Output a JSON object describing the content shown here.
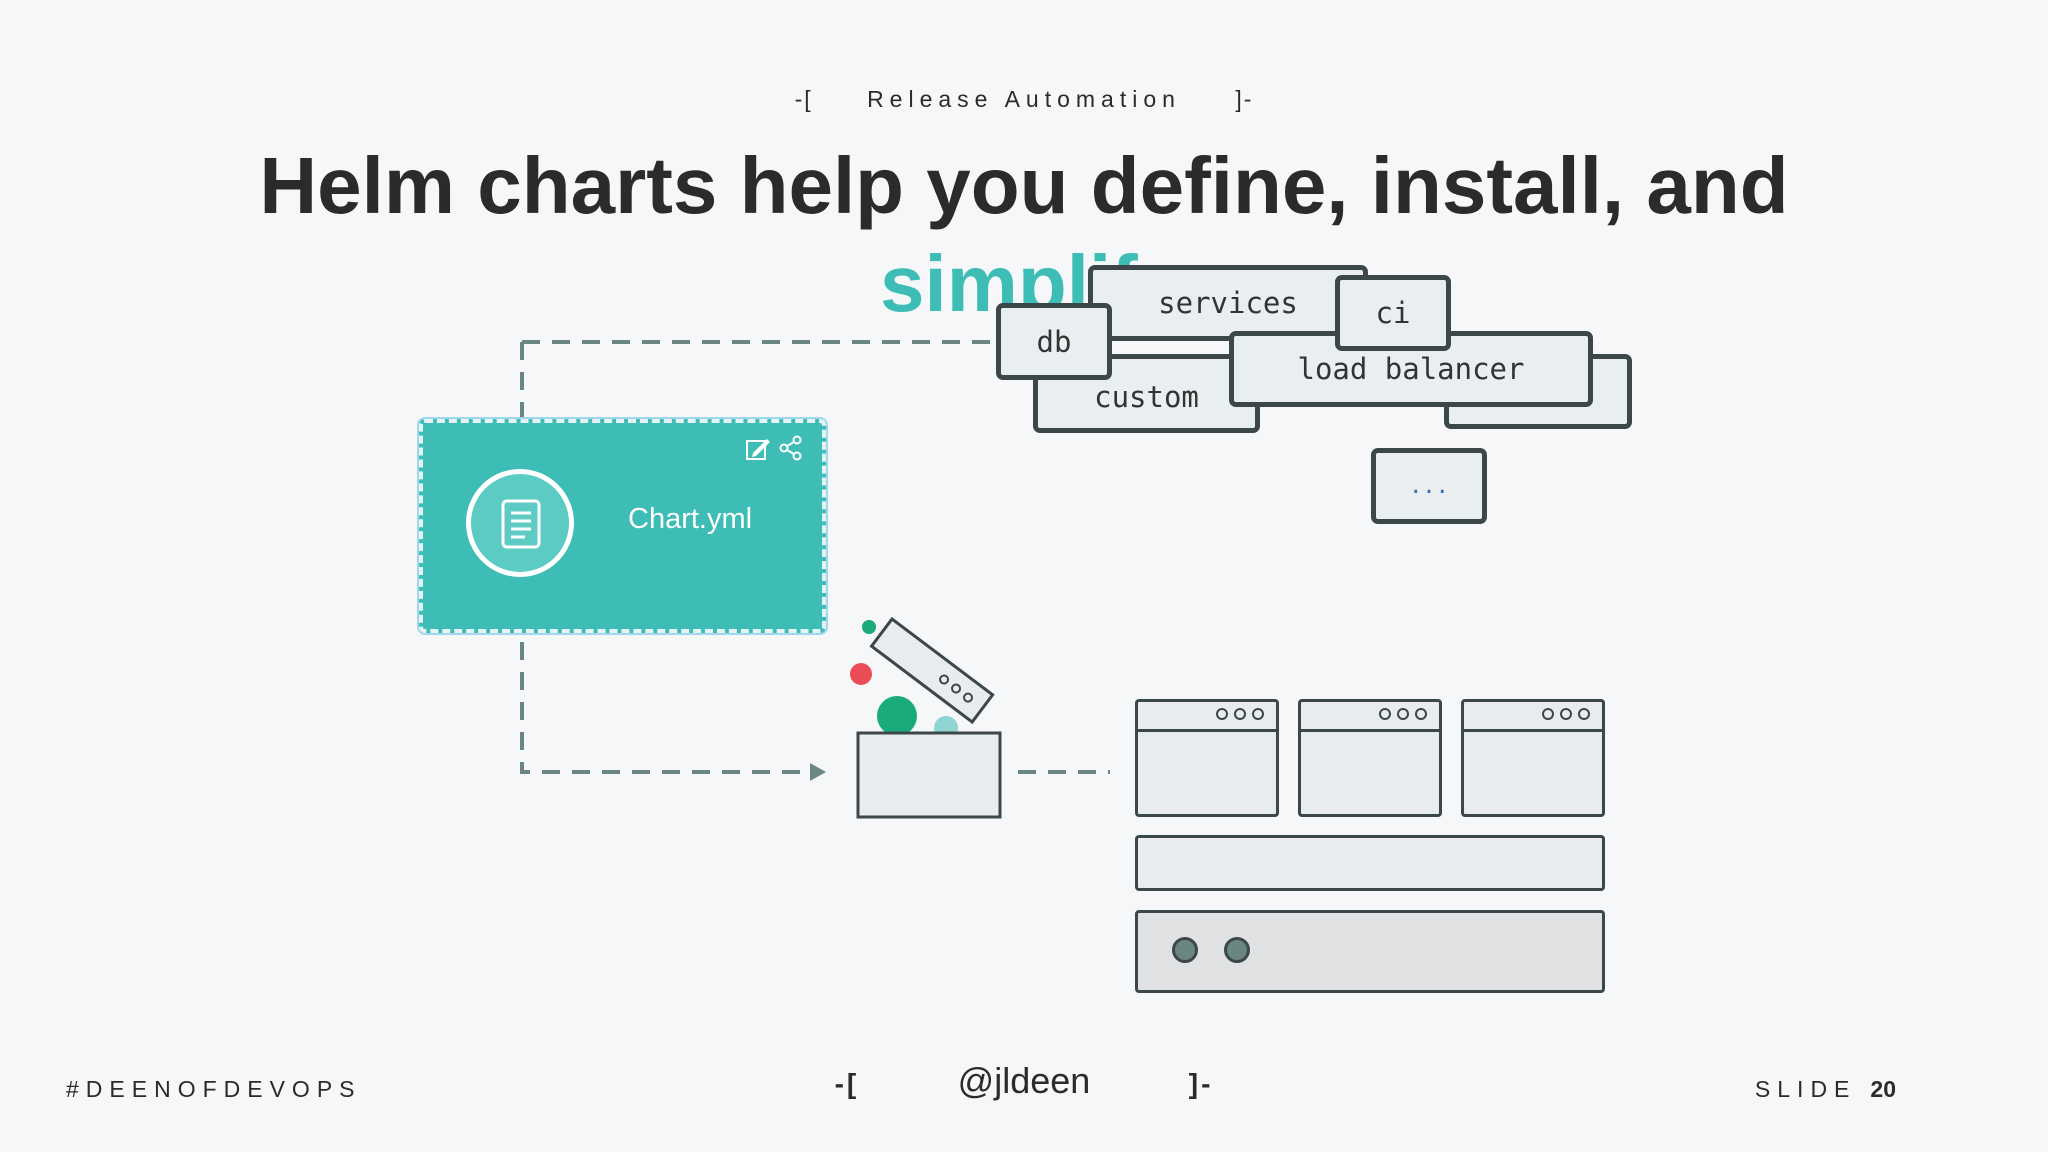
{
  "header": {
    "bracket_open": "-[",
    "kicker": "Release Automation",
    "bracket_close": "]-"
  },
  "title": {
    "line1": "Helm charts help you define, install, and",
    "line2_partial": "simplif"
  },
  "chart_card": {
    "label": "Chart.yml",
    "icons": [
      "document-icon",
      "edit-icon",
      "share-icon"
    ]
  },
  "tags": {
    "services": "services",
    "ci": "ci",
    "db": "db",
    "load_balancer": "load balancer",
    "custom": "custom",
    "more": "..."
  },
  "footer": {
    "hashtag": "#DEENOFDEVOPS",
    "bracket_open": "-[",
    "handle": "@jldeen",
    "bracket_close": "]-",
    "slide_label": "SLIDE",
    "slide_number": "20"
  },
  "colors": {
    "accent": "#3dbdb6",
    "dark": "#2b2b2b",
    "outline": "#3b4748",
    "dot_green": "#1aab7b",
    "dot_red": "#ea4d55",
    "dot_light": "#8fd6d2"
  }
}
